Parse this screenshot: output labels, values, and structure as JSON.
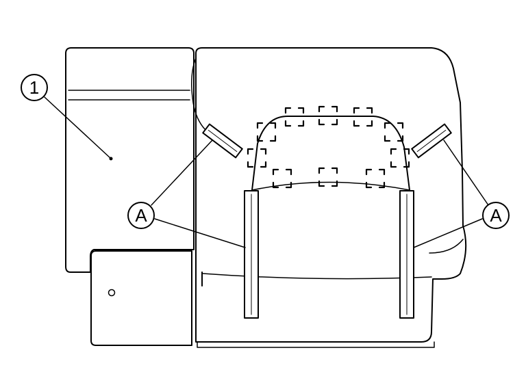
{
  "callouts": {
    "part_1": "1",
    "clip_left": "A",
    "clip_right": "A"
  },
  "colors": {
    "line": "#000000",
    "background": "#ffffff"
  }
}
